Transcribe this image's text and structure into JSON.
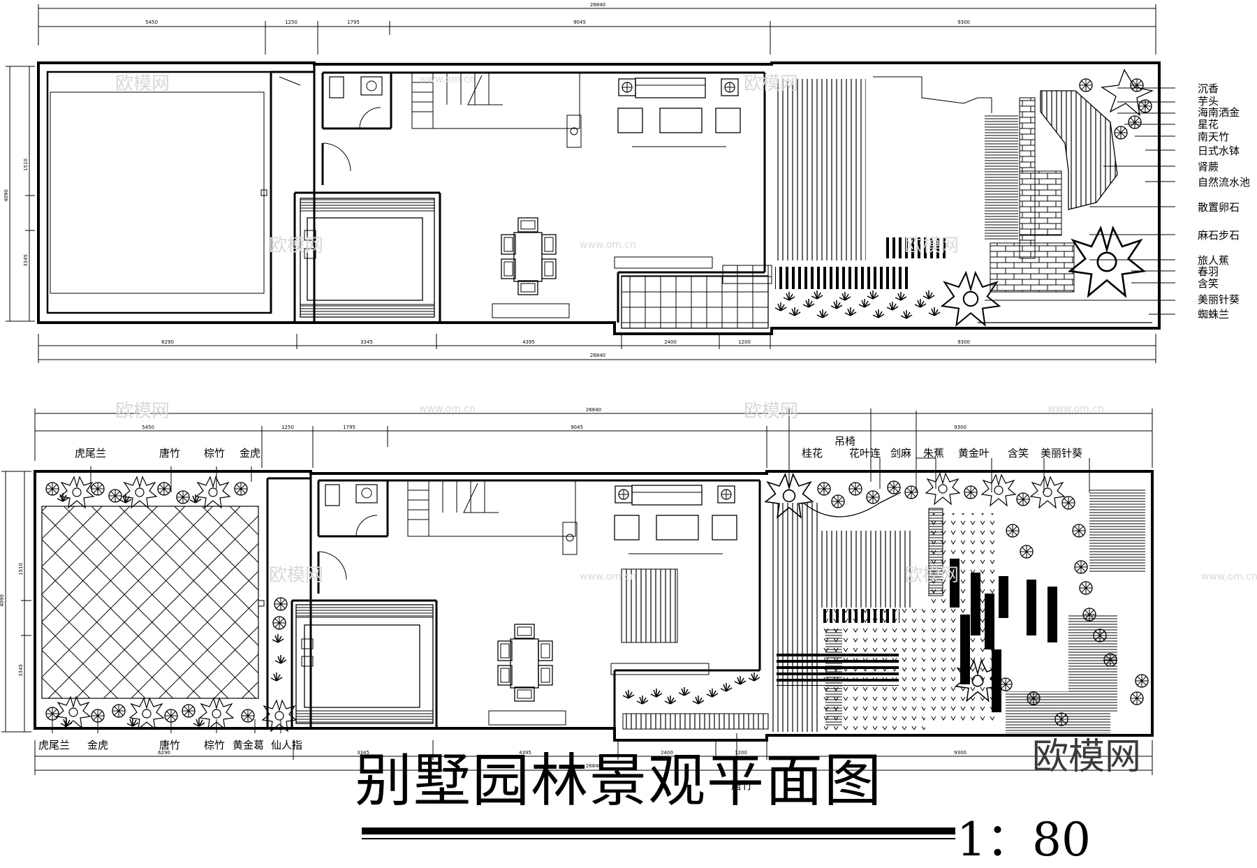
{
  "title": "别墅园林景观平面图",
  "scale": "1：80",
  "brand": "欧模网",
  "watermarks": [
    "欧模网",
    "www.om.cn"
  ],
  "plans": [
    {
      "id": "plan-top",
      "dims_top": [
        "5450",
        "1250",
        "1795",
        "9045",
        "9300"
      ],
      "dim_total_top": "26840",
      "dims_bottom": [
        "6290",
        "3345",
        "4395",
        "2400",
        "1200",
        "9300"
      ],
      "dim_total_bottom": "26840",
      "dims_left": [
        "4090",
        "1510",
        "3345"
      ],
      "plant_labels": [
        "沉香",
        "芋头",
        "海南洒金",
        "星花",
        "南天竹",
        "日式水钵",
        "肾蕨",
        "自然流水池",
        "散置卵石",
        "麻石步石",
        "旅人蕉",
        "春羽",
        "含笑",
        "美丽针葵",
        "蜘蛛兰"
      ]
    },
    {
      "id": "plan-bottom",
      "dims_top": [
        "5450",
        "1250",
        "1795",
        "9045",
        "9300"
      ],
      "dim_total_top": "26840",
      "dims_bottom": [
        "6290",
        "3345",
        "4395",
        "2400",
        "1200",
        "9300"
      ],
      "dim_total_bottom": "26840",
      "dims_left": [
        "4090",
        "1510",
        "3345"
      ],
      "top_labels": [
        "虎尾兰",
        "唐竹",
        "棕竹",
        "金虎",
        "桂花",
        "吊椅",
        "花叶连",
        "剑麻",
        "朱蕉",
        "黄金叶",
        "含笑",
        "美丽针葵"
      ],
      "bottom_labels": [
        "虎尾兰",
        "金虎",
        "唐竹",
        "棕竹",
        "黄金葛",
        "仙人指",
        "唐竹"
      ]
    }
  ]
}
